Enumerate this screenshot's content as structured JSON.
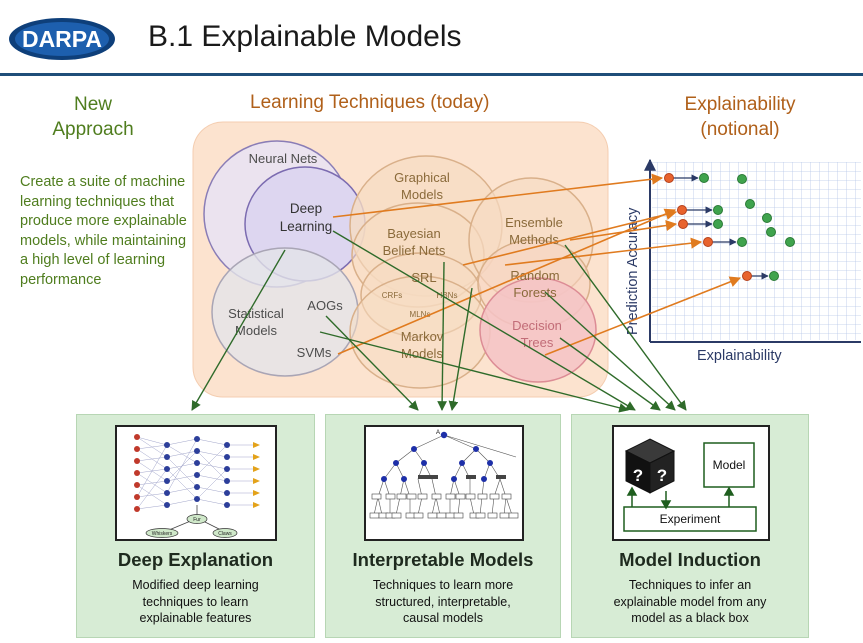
{
  "header": {
    "logo_text": "DARPA",
    "title": "B.1 Explainable Models"
  },
  "new_approach": {
    "heading_line1": "New",
    "heading_line2": "Approach",
    "description": "Create a suite of machine learning techniques that produce more explainable models, while maintaining a high level of learning performance"
  },
  "learning_techniques": {
    "heading": "Learning Techniques (today)",
    "neural_nets": "Neural Nets",
    "deep_learning_line1": "Deep",
    "deep_learning_line2": "Learning",
    "graphical_models_line1": "Graphical",
    "graphical_models_line2": "Models",
    "bayesian_line1": "Bayesian",
    "bayesian_line2": "Belief Nets",
    "srl": "SRL",
    "crfs": "CRFs",
    "hbns": "HBNs",
    "mlns": "MLNs",
    "markov_line1": "Markov",
    "markov_line2": "Models",
    "ensemble_line1": "Ensemble",
    "ensemble_line2": "Methods",
    "random_forests_line1": "Random",
    "random_forests_line2": "Forests",
    "decision_trees_line1": "Decision",
    "decision_trees_line2": "Trees",
    "statistical_line1": "Statistical",
    "statistical_line2": "Models",
    "aogs": "AOGs",
    "svms": "SVMs"
  },
  "explainability_chart": {
    "heading_line1": "Explainability",
    "heading_line2": "(notional)",
    "y_label": "Prediction Accuracy",
    "x_label": "Explainability"
  },
  "approaches": [
    {
      "title": "Deep Explanation",
      "description_lines": [
        "Modified deep learning",
        "techniques to learn",
        "explainable features"
      ]
    },
    {
      "title": "Interpretable Models",
      "description_lines": [
        "Techniques to learn more",
        "structured, interpretable,",
        "causal models"
      ]
    },
    {
      "title": "Model Induction",
      "description_lines": [
        "Techniques to infer an",
        "explainable model from any",
        "model as a black box"
      ]
    }
  ],
  "model_induction_diagram": {
    "model_label": "Model",
    "experiment_label": "Experiment",
    "black_box_glyph": "?"
  },
  "deep_explanation_diagram": {
    "node1_label": "Fur",
    "node2_label": "Whiskers",
    "node3_label": "Claws"
  },
  "interpretable_diagram": {
    "root_label": "A"
  },
  "colors": {
    "green_text": "#4f7d1e",
    "orange_text": "#b0601a",
    "arrow_green": "#2f6b2a",
    "arrow_orange": "#e07b1f",
    "box_fill": "#d7ecd5",
    "point_red": "#e8632e",
    "point_green": "#3fa34d"
  }
}
